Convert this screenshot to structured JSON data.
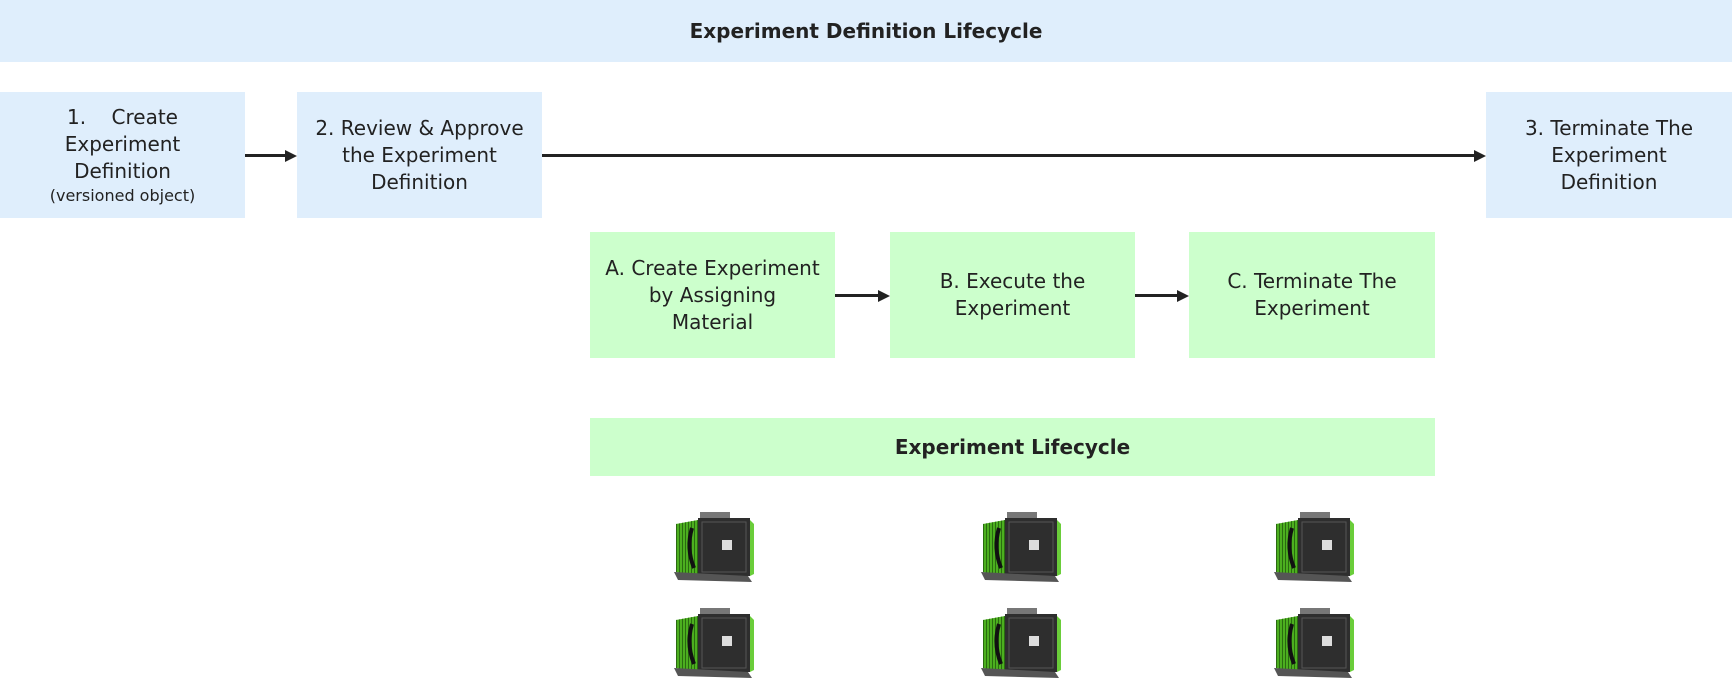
{
  "header": {
    "title": "Experiment Definition Lifecycle"
  },
  "definition_steps": [
    {
      "lines": [
        "1.    Create",
        "Experiment",
        "Definition"
      ],
      "note": "(versioned object)"
    },
    {
      "lines": [
        "2. Review & Approve",
        "the Experiment",
        "Definition"
      ]
    },
    {
      "lines": [
        "3. Terminate The",
        "Experiment",
        "Definition"
      ]
    }
  ],
  "experiment_steps": [
    {
      "lines": [
        "A. Create Experiment",
        "by Assigning",
        "Material"
      ]
    },
    {
      "lines": [
        "B. Execute the",
        "Experiment"
      ]
    },
    {
      "lines": [
        "C. Terminate The",
        "Experiment"
      ]
    }
  ],
  "experiment_band": {
    "title": "Experiment Lifecycle"
  },
  "colors": {
    "definition": "#dfeefc",
    "experiment": "#ccffcc",
    "arrow": "#222222"
  },
  "icons": {
    "equipment": "equipment-machine-icon"
  }
}
